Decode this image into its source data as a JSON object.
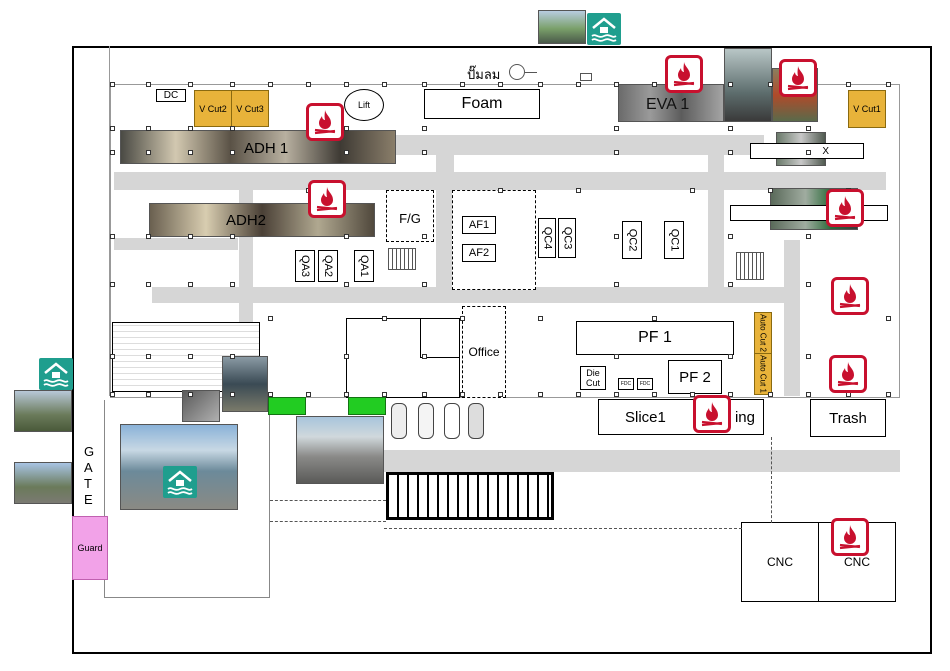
{
  "labels": {
    "pump": "ปั๊มลม",
    "dc": "DC",
    "vcut2": "V Cut2",
    "vcut3": "V Cut3",
    "vcut1": "V Cut1",
    "lift": "Lift",
    "foam": "Foam",
    "eva": "EVA 1",
    "adh1": "ADH 1",
    "adh2": "ADH2",
    "fg": "F/G",
    "af1": "AF1",
    "af2": "AF2",
    "qc4": "QC4",
    "qc3": "QC3",
    "qc2": "QC2",
    "qc1": "QC1",
    "qa3": "QA3",
    "qa2": "QA2",
    "qa1": "QA1",
    "office": "Office",
    "pf1": "PF 1",
    "pf2": "PF 2",
    "autocut2": "Auto Cut 2",
    "autocut1": "Auto Cut 1",
    "diecut": "Die\nCut",
    "fdc1": "FDC",
    "fdc2": "FDC",
    "slice1": "Slice1",
    "slice_suffix": "ing",
    "trash": "Trash",
    "cnc1": "CNC",
    "cnc2": "CNC",
    "gate": "G\nA\nT\nE",
    "guard": "Guard",
    "x_mark": "X"
  },
  "colors": {
    "wall": "#000000",
    "aisle": "#d6d6d6",
    "machine": "#e8b33a",
    "fire_icon": "#c8102e",
    "safe_icon": "#1f9e8e",
    "exit_door": "#22cc22",
    "guard_room": "#f2a2e8"
  },
  "icons": {
    "fire_point": "fire-hazard-icon",
    "assembly_point": "safe-house-icon"
  }
}
